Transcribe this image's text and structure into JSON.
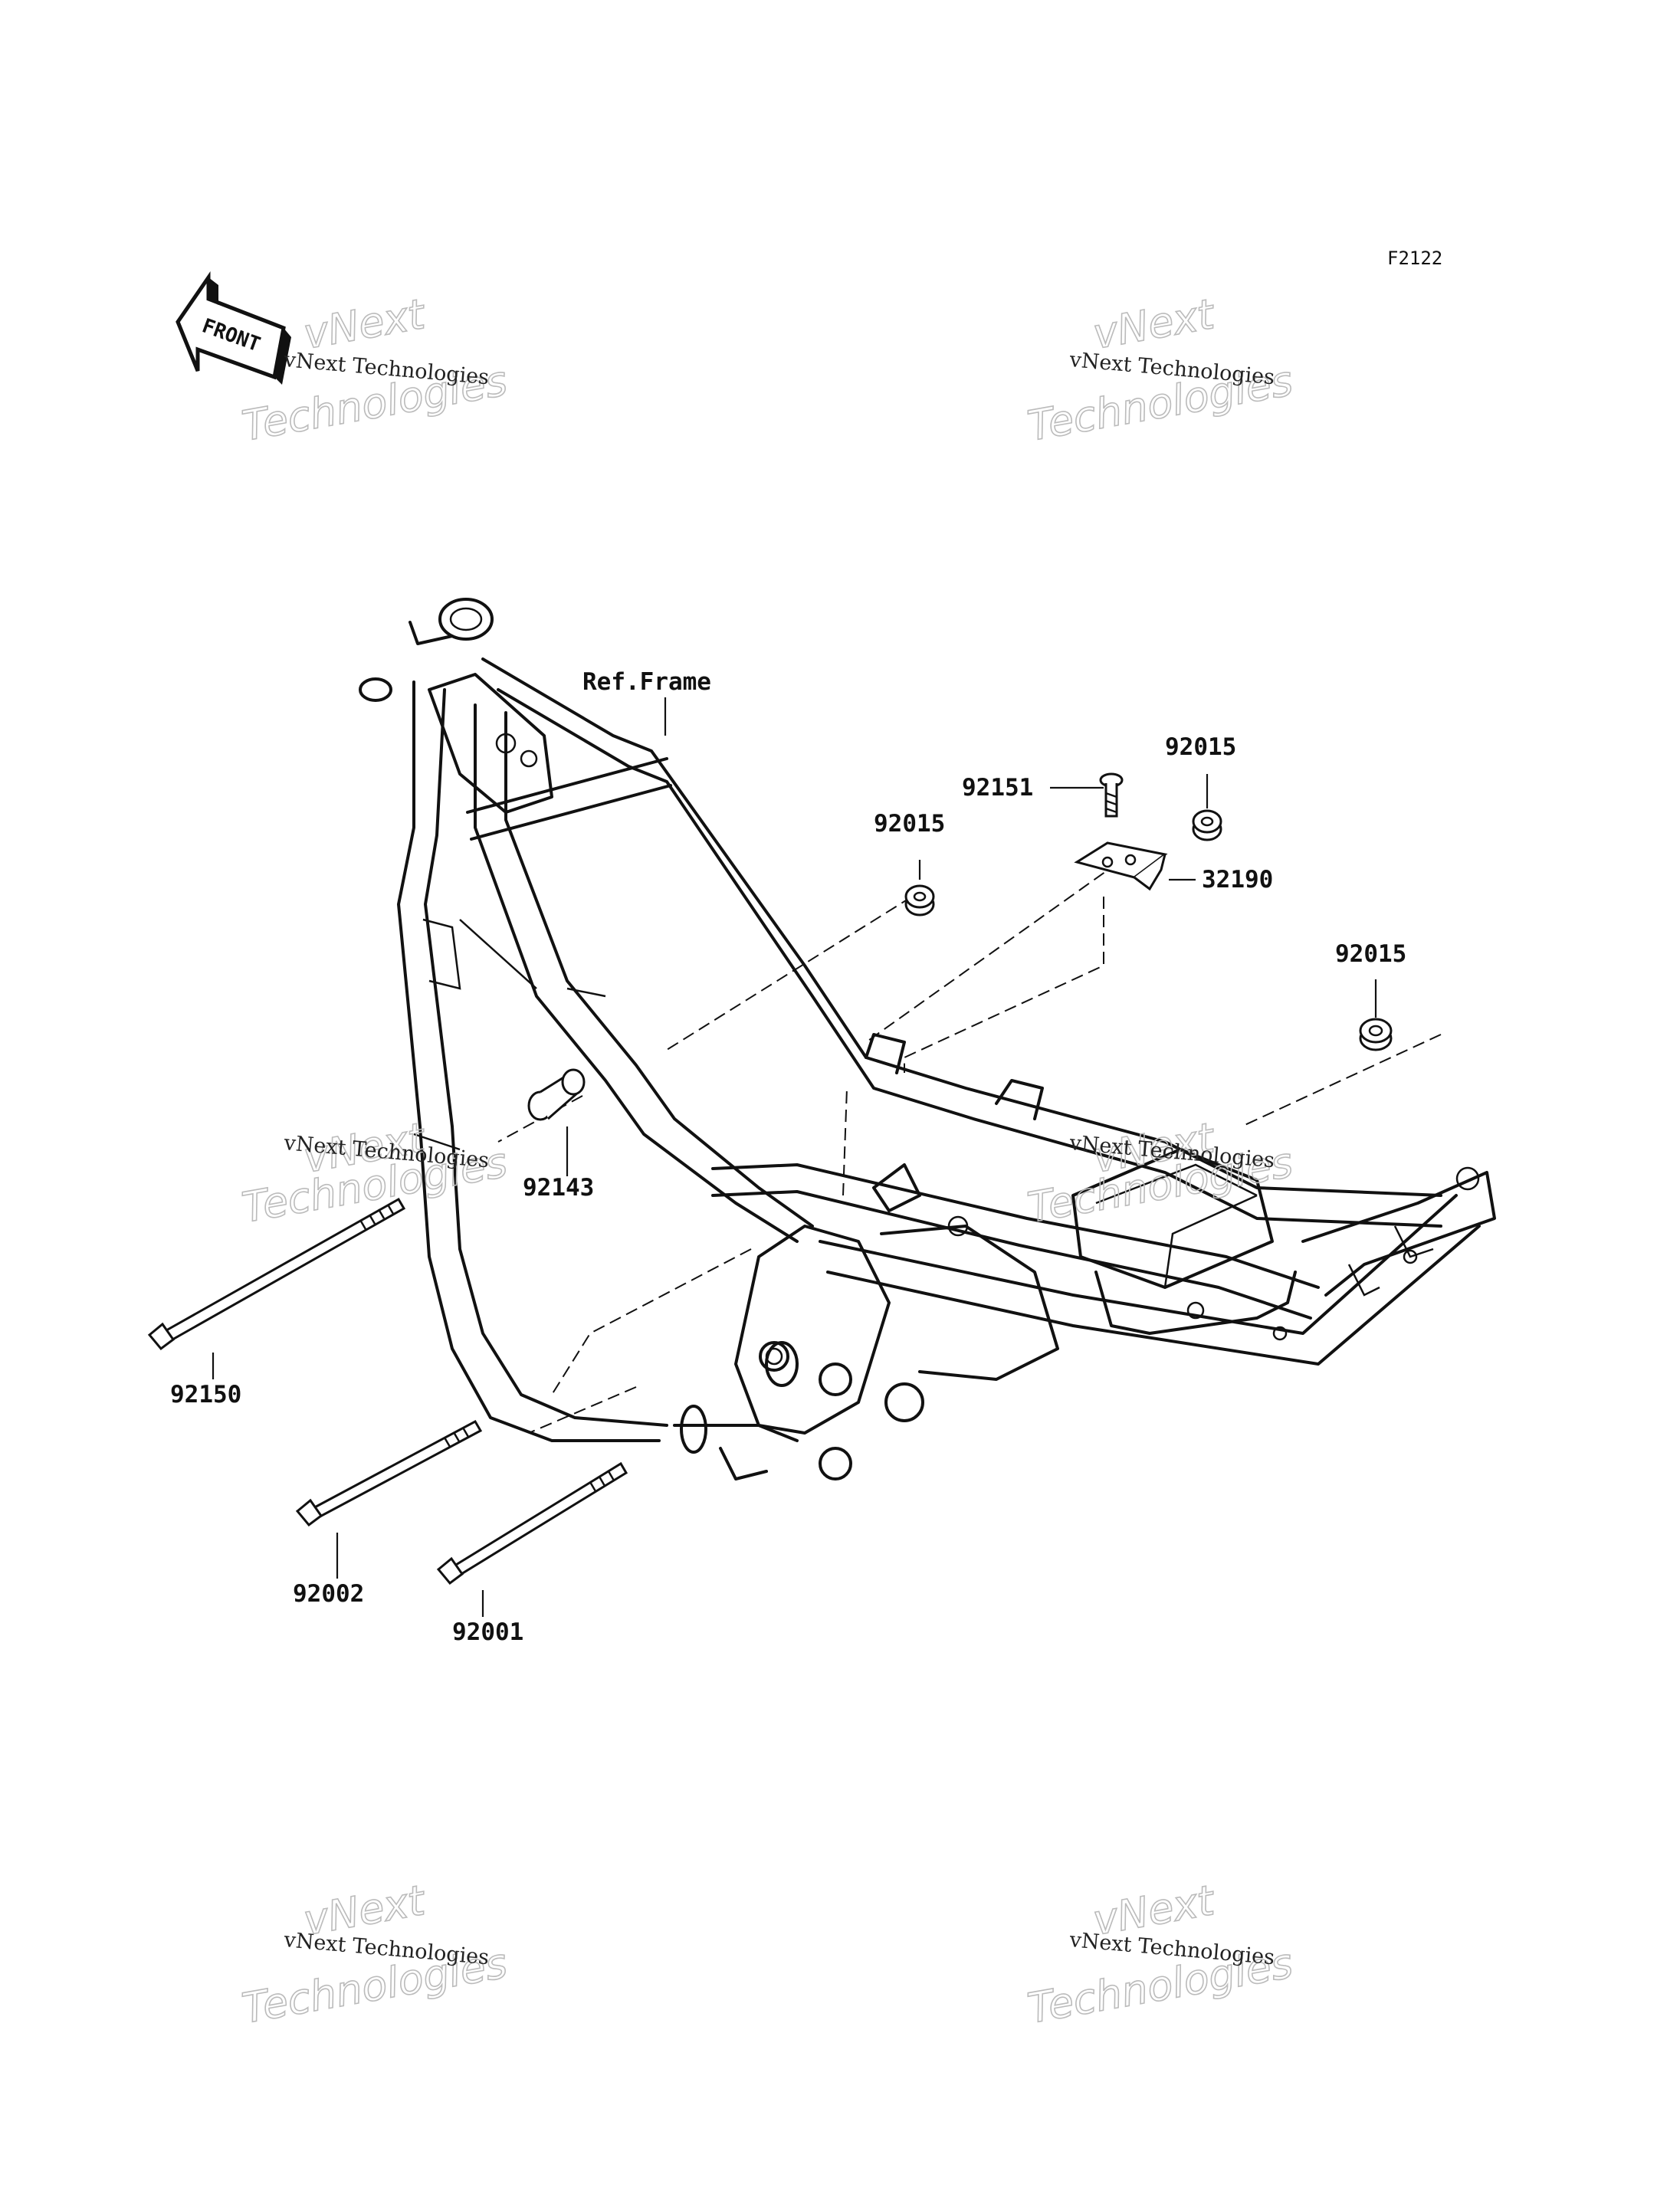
{
  "diagram_code": "F2122",
  "front_label": "FRONT",
  "ref_frame_label": "Ref.Frame",
  "parts": [
    {
      "number": "92015"
    },
    {
      "number": "92151"
    },
    {
      "number": "92015"
    },
    {
      "number": "32190"
    },
    {
      "number": "92015"
    },
    {
      "number": "92143"
    },
    {
      "number": "92150"
    },
    {
      "number": "92002"
    },
    {
      "number": "92001"
    }
  ],
  "watermark": {
    "line_small": "vNext Technologies",
    "line_big_1": "vNext",
    "line_big_2": "Technologies"
  }
}
